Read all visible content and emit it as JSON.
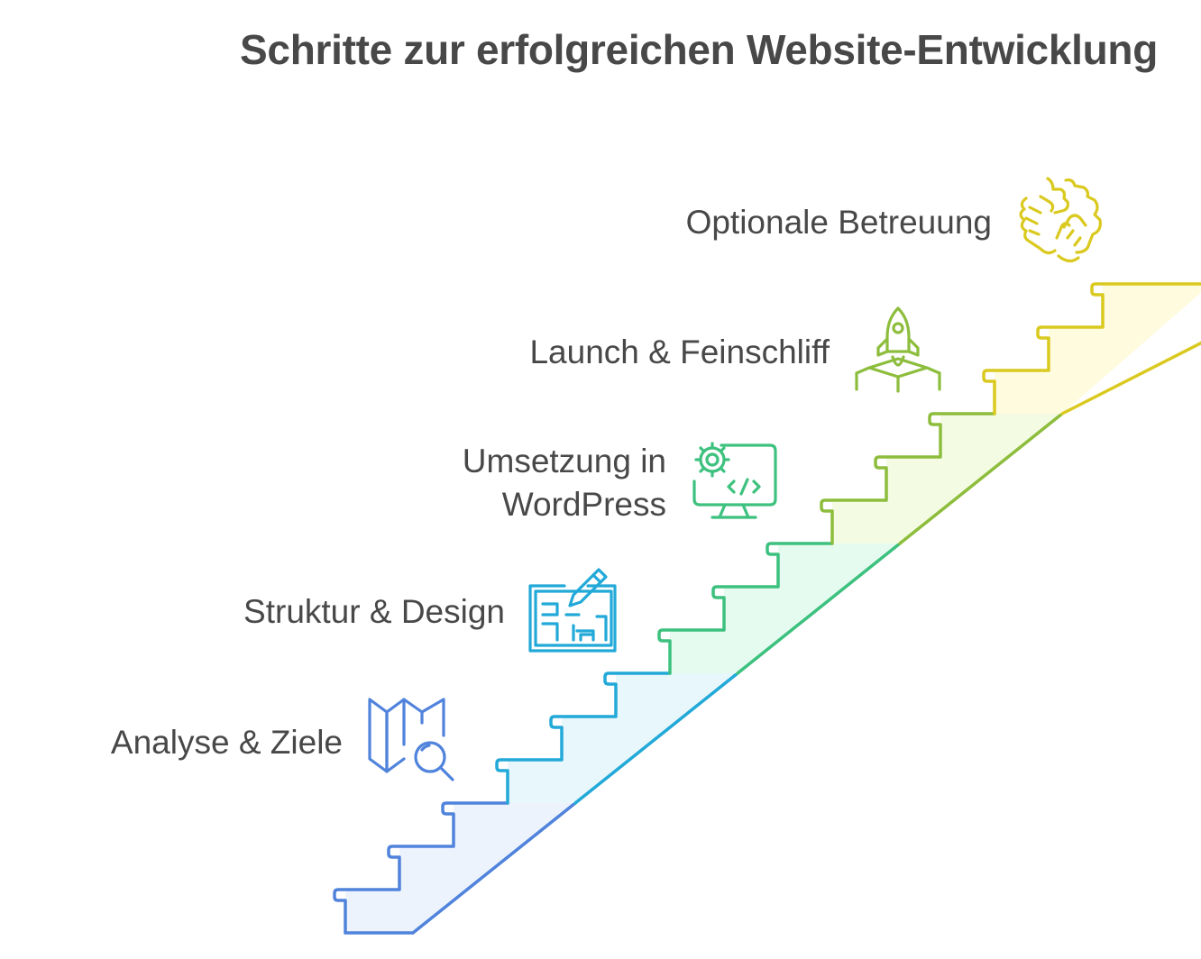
{
  "title": "Schritte zur erfolgreichen Website-Entwicklung",
  "steps": [
    {
      "label_lines": [
        "Analyse & Ziele"
      ],
      "color": "#5083DC",
      "fill": "#EDF3FD",
      "icon": "map-search-icon"
    },
    {
      "label_lines": [
        "Struktur & Design"
      ],
      "color": "#22A9D8",
      "fill": "#E8F7FC",
      "icon": "blueprint-pencil-icon"
    },
    {
      "label_lines": [
        "Umsetzung in",
        "WordPress"
      ],
      "color": "#3DC17E",
      "fill": "#E6FBF0",
      "icon": "gear-code-monitor-icon"
    },
    {
      "label_lines": [
        "Launch & Feinschliff"
      ],
      "color": "#8DBD3C",
      "fill": "#F3FCE3",
      "icon": "rocket-launch-icon"
    },
    {
      "label_lines": [
        "Optionale Betreuung"
      ],
      "color": "#DAC91F",
      "fill": "#FEFBDE",
      "icon": "handshake-icon"
    }
  ]
}
